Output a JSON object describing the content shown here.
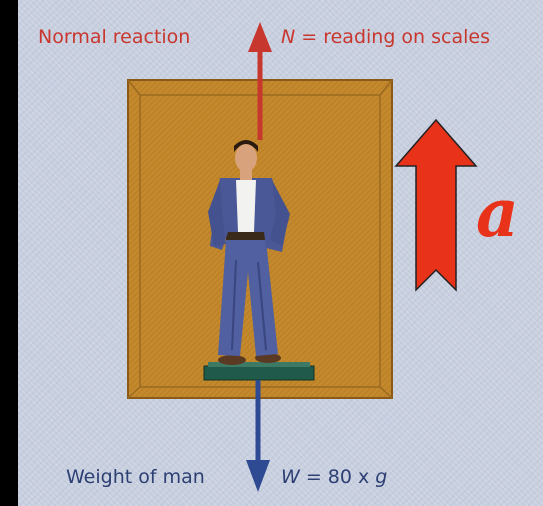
{
  "top_left_label": "Normal reaction",
  "top_right_label": {
    "var": "N",
    "rest": " = reading on scales"
  },
  "bottom_left_label": "Weight of man",
  "bottom_right_label": {
    "var": "W",
    "rest": " = 80 x ",
    "var2": "g"
  },
  "acceleration_symbol": "a",
  "colors": {
    "background": "#000000",
    "panel": "#c8d0e0",
    "lift_box": "#c28a2e",
    "normal_reaction_arrow": "#c8372e",
    "weight_arrow": "#2d4a93",
    "acceleration_arrow": "#e8321a",
    "label_top": "#c8372e",
    "label_bottom": "#2d3f73"
  },
  "icons": [
    "normal-reaction-arrow",
    "weight-arrow",
    "acceleration-arrow",
    "lift-box",
    "scales",
    "man-figure"
  ]
}
